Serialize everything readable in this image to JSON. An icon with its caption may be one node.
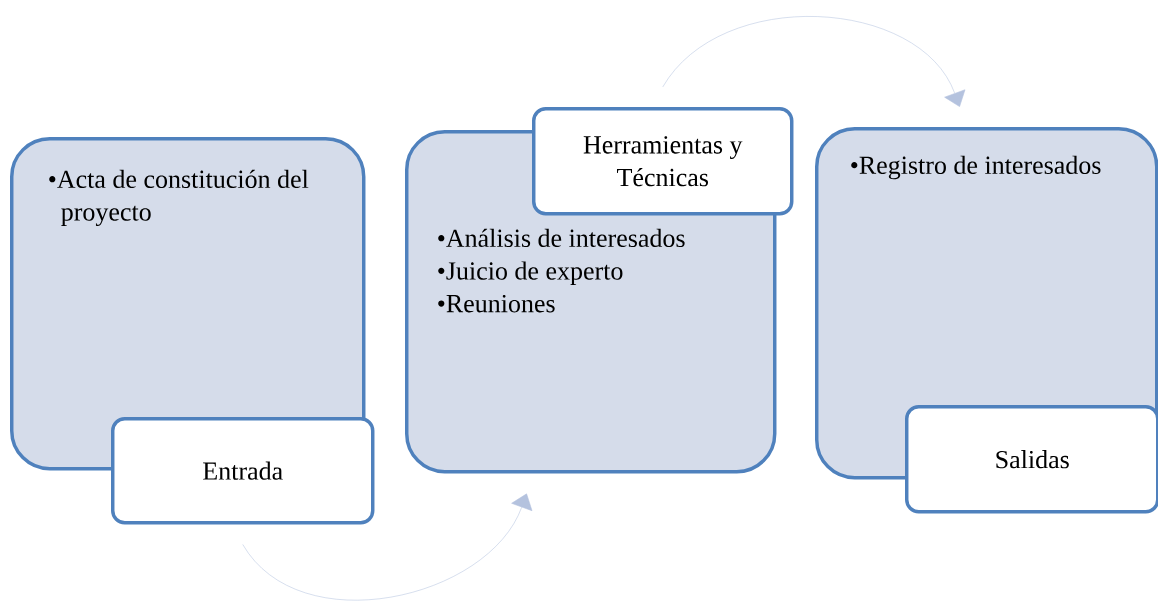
{
  "diagram": {
    "nodes": [
      {
        "text": [
          "•Acta de constitución del proyecto"
        ]
      },
      {
        "text": [
          "Entrada"
        ]
      },
      {
        "text": [
          "•Análisis de interesados",
          "•Juicio de experto",
          "•Reuniones"
        ]
      },
      {
        "text": [
          "Herramientas y Técnicas"
        ]
      },
      {
        "text": [
          "•Registro de interesados"
        ]
      },
      {
        "text": [
          "Salidas"
        ]
      }
    ],
    "edges": [
      {
        "from": 1,
        "to": 2,
        "arrow": "to"
      },
      {
        "from": 3,
        "to": 4,
        "arrow": "to"
      }
    ]
  }
}
